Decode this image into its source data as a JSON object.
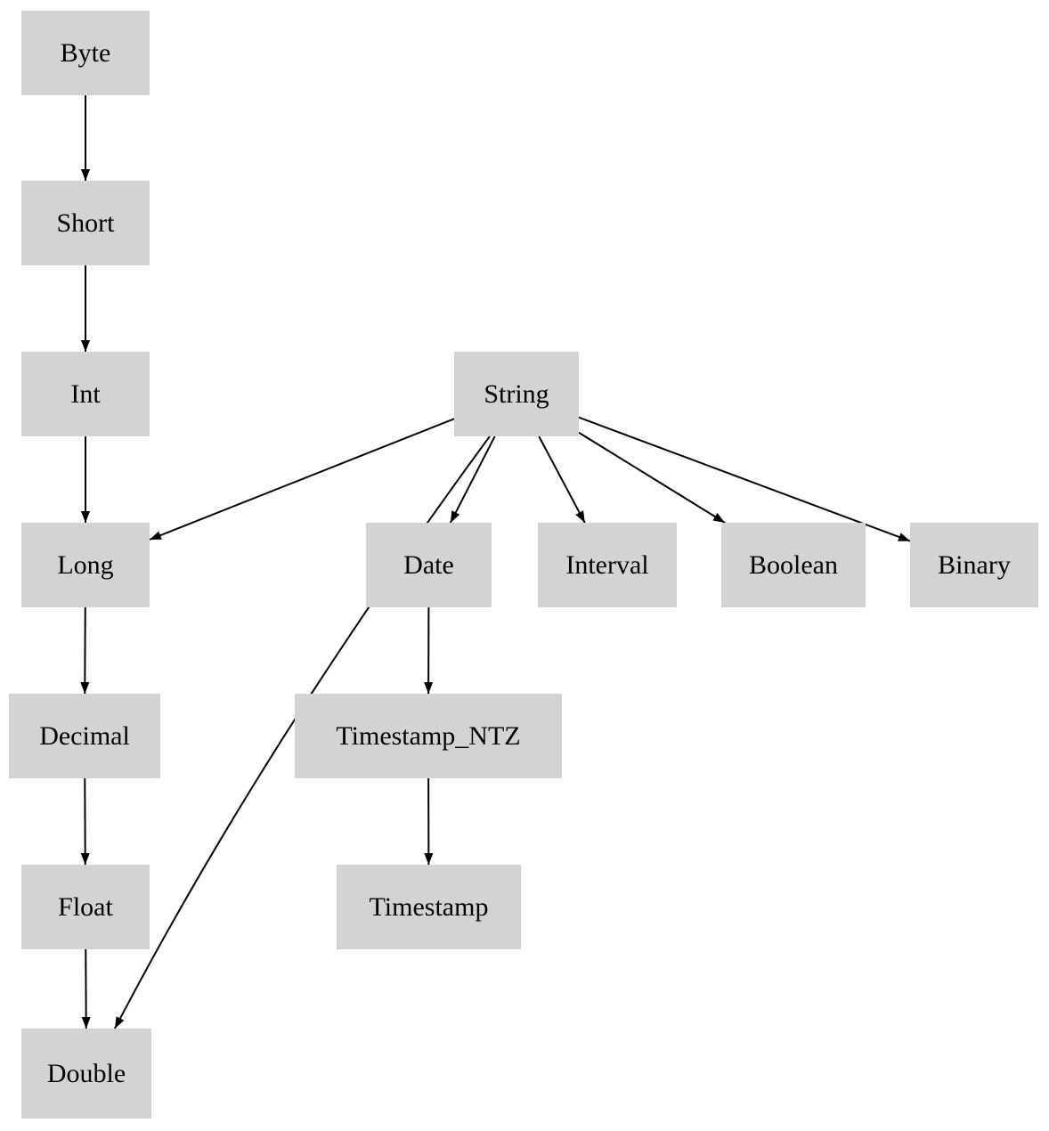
{
  "diagram": {
    "type": "directed-graph",
    "description": "Type coercion / promotion hierarchy diagram",
    "colors": {
      "background": "#ffffff",
      "node_fill": "#d3d3d3",
      "node_text": "#000000",
      "edge": "#000000"
    },
    "nodes": {
      "byte": {
        "label": "Byte"
      },
      "short": {
        "label": "Short"
      },
      "int": {
        "label": "Int"
      },
      "string": {
        "label": "String"
      },
      "long": {
        "label": "Long"
      },
      "date": {
        "label": "Date"
      },
      "interval": {
        "label": "Interval"
      },
      "boolean": {
        "label": "Boolean"
      },
      "binary": {
        "label": "Binary"
      },
      "decimal": {
        "label": "Decimal"
      },
      "timestamp_ntz": {
        "label": "Timestamp_NTZ"
      },
      "float": {
        "label": "Float"
      },
      "timestamp": {
        "label": "Timestamp"
      },
      "double": {
        "label": "Double"
      }
    },
    "edges": [
      {
        "from": "byte",
        "to": "short"
      },
      {
        "from": "short",
        "to": "int"
      },
      {
        "from": "int",
        "to": "long"
      },
      {
        "from": "long",
        "to": "decimal"
      },
      {
        "from": "decimal",
        "to": "float"
      },
      {
        "from": "float",
        "to": "double"
      },
      {
        "from": "string",
        "to": "long"
      },
      {
        "from": "string",
        "to": "double",
        "curved": true
      },
      {
        "from": "string",
        "to": "date"
      },
      {
        "from": "string",
        "to": "interval"
      },
      {
        "from": "string",
        "to": "boolean"
      },
      {
        "from": "string",
        "to": "binary"
      },
      {
        "from": "date",
        "to": "timestamp_ntz"
      },
      {
        "from": "timestamp_ntz",
        "to": "timestamp"
      }
    ]
  }
}
